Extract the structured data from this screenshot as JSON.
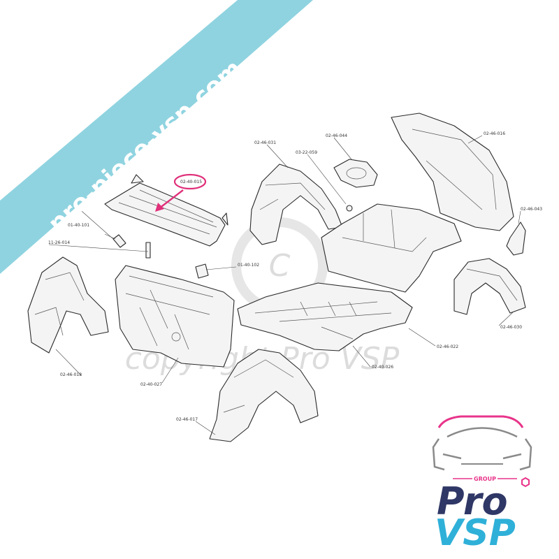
{
  "banner": {
    "text": "pro-piece-vsp.com",
    "color": "#8fd3e0"
  },
  "watermark": {
    "text": "copyright Pro VSP"
  },
  "labels": [
    "02-40-015",
    "02-46-031",
    "03-22-059",
    "02-46-044",
    "02-46-016",
    "02-46-043",
    "01-40-101",
    "11-26-014",
    "01-40-102",
    "02-46-018",
    "02-40-027",
    "02-46-022",
    "02-40-026",
    "02-46-030",
    "02-46-017"
  ],
  "highlight": {
    "color": "#e0307a"
  },
  "logo": {
    "group": "GROUP",
    "pro": "Pro",
    "vsp": "VSP",
    "colors": {
      "pink": "#e8348a",
      "navy": "#2f3766",
      "cyan": "#2fb0d8",
      "gray": "#8a8a8a"
    }
  }
}
